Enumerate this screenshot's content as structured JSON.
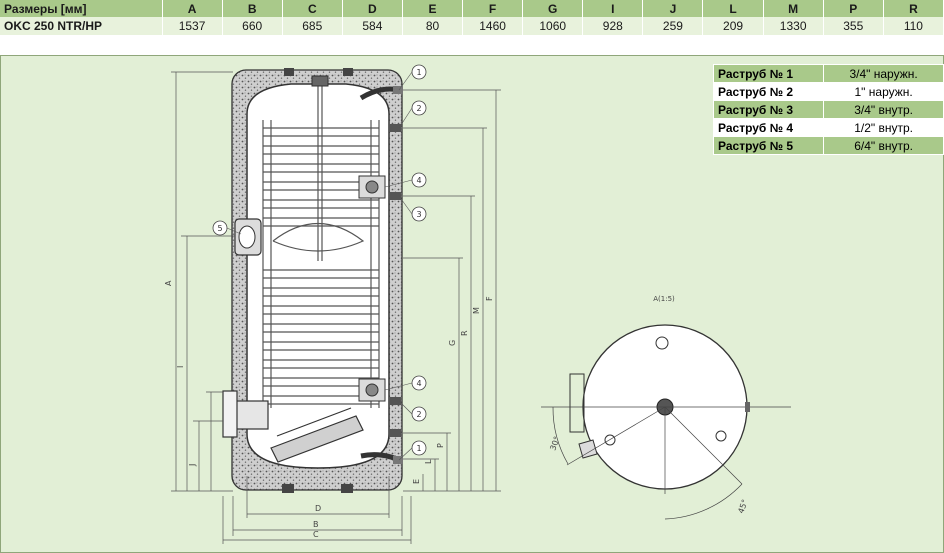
{
  "dimensions_table": {
    "header_label": "Размеры [мм]",
    "columns": [
      "A",
      "B",
      "C",
      "D",
      "E",
      "F",
      "G",
      "I",
      "J",
      "L",
      "M",
      "P",
      "R"
    ],
    "rows": [
      {
        "model": "OKC 250 NTR/HP",
        "values": [
          "1537",
          "660",
          "685",
          "584",
          "80",
          "1460",
          "1060",
          "928",
          "259",
          "209",
          "1330",
          "355",
          "110"
        ]
      }
    ]
  },
  "ports": [
    {
      "label": "Раструб № 1",
      "value": "3/4\" наружн."
    },
    {
      "label": "Раструб № 2",
      "value": "1\" наружн."
    },
    {
      "label": "Раструб № 3",
      "value": "3/4\" внутр."
    },
    {
      "label": "Раструб № 4",
      "value": "1/2\" внутр."
    },
    {
      "label": "Раструб № 5",
      "value": "6/4\" внутр."
    }
  ],
  "diagram": {
    "callouts": [
      "1",
      "2",
      "4",
      "3",
      "5",
      "4",
      "2",
      "1"
    ],
    "dimension_letters": {
      "A": "A",
      "B": "B",
      "C": "C",
      "D": "D",
      "E": "E",
      "F": "F",
      "G": "G",
      "I": "I",
      "J": "J",
      "L": "L",
      "M": "M",
      "P": "P",
      "R": "R"
    },
    "top_view_title": "A(1:5)",
    "angle_30": "30°",
    "angle_45": "45°"
  },
  "colors": {
    "header_bg": "#a9c98a",
    "row_bg": "#e8f2dc",
    "panel_bg": "#e2efd6",
    "line": "#3a3a3a"
  }
}
